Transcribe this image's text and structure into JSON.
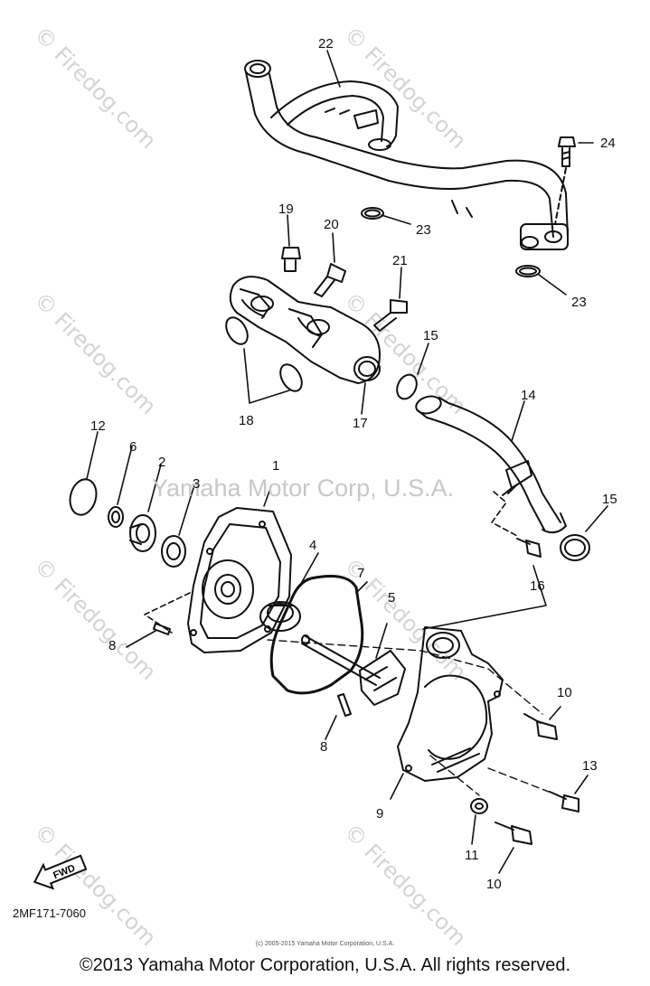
{
  "diagram": {
    "drawing_code": "2MF171-7060",
    "center_watermark": "Yamaha Motor Corp, U.S.A.",
    "side_watermark": "© Firedog.com",
    "small_copyright": "(c) 2005-2015 Yamaha Motor Corporation, U.S.A.",
    "main_copyright": "©2013 Yamaha Motor Corporation, U.S.A. All rights reserved.",
    "fwd_label": "FWD",
    "callouts": {
      "c1": "1",
      "c2": "2",
      "c3": "3",
      "c4": "4",
      "c5": "5",
      "c6": "6",
      "c7": "7",
      "c8a": "8",
      "c8b": "8",
      "c9": "9",
      "c10a": "10",
      "c10b": "10",
      "c11": "11",
      "c12": "12",
      "c13": "13",
      "c14": "14",
      "c15a": "15",
      "c15b": "15",
      "c16": "16",
      "c17": "17",
      "c18": "18",
      "c19": "19",
      "c20": "20",
      "c21": "21",
      "c22": "22",
      "c23a": "23",
      "c23b": "23",
      "c24": "24"
    }
  }
}
